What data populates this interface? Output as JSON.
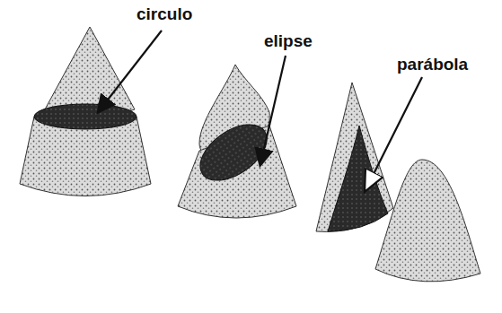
{
  "diagram": {
    "labels": [
      "circulo",
      "elipse",
      "parábola"
    ]
  }
}
